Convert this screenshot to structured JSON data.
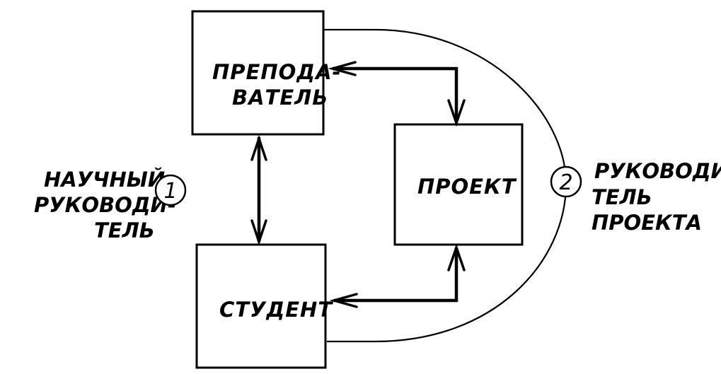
{
  "nodes": {
    "teacher": {
      "lines": [
        "ПРЕПОДА-",
        "ВАТЕЛЬ"
      ]
    },
    "student": {
      "lines": [
        "СТУДЕНТ"
      ]
    },
    "project": {
      "lines": [
        "ПРОЕКТ"
      ]
    }
  },
  "roles": {
    "scientific_advisor": {
      "number": "1",
      "lines": [
        "НАУЧНЫЙ",
        "РУКОВОДИ-",
        "ТЕЛЬ"
      ]
    },
    "project_manager": {
      "number": "2",
      "lines": [
        "РУКОВОДИ-",
        "ТЕЛЬ",
        "ПРОЕКТА"
      ]
    }
  }
}
